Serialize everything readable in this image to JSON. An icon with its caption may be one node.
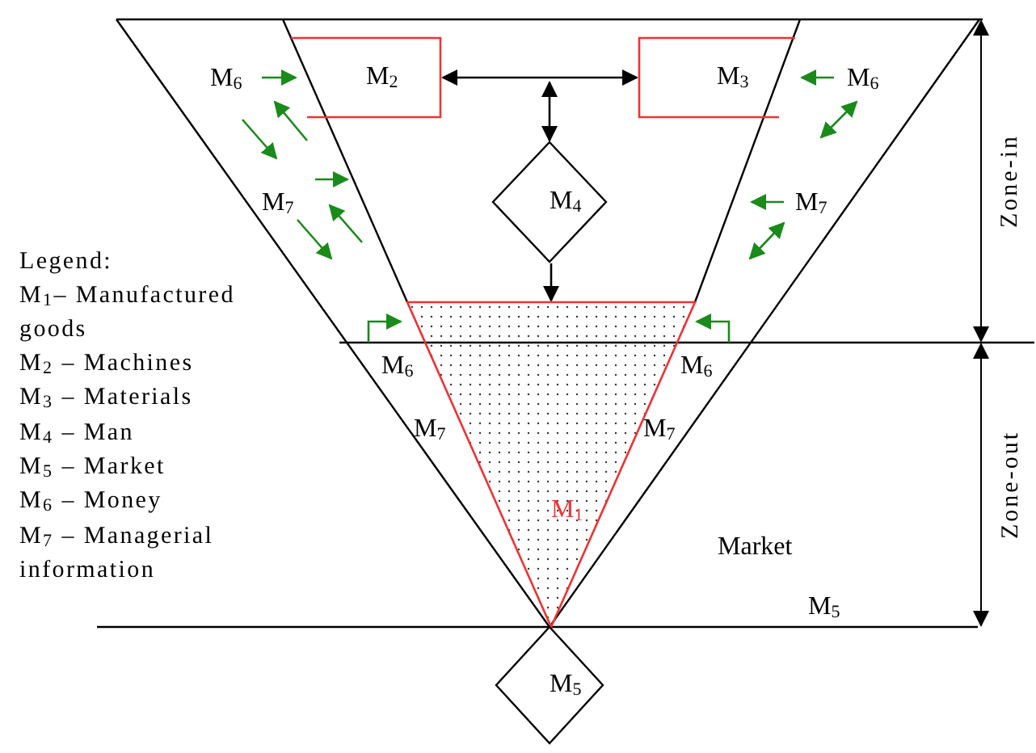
{
  "diagram": {
    "nodes": [
      {
        "text": [
          "M$_{2}$"
        ]
      },
      {
        "text": [
          "M$_{3}$"
        ]
      },
      {
        "text": [
          "M$_{4}$"
        ]
      },
      {
        "text": [
          "M$_{1}$"
        ]
      },
      {
        "text": [
          "M$_{5}$"
        ]
      }
    ],
    "edges": [
      {
        "from": 0,
        "to": 1,
        "arrow": "both"
      },
      {
        "from": null,
        "to": 2,
        "arrow": "both"
      },
      {
        "from": 2,
        "to": 3,
        "arrow": "to"
      }
    ],
    "labels": [
      "M$_{6}$",
      "M$_{6}$",
      "M$_{7}$",
      "M$_{7}$",
      "Zone-in",
      "Legend:",
      "M$_{1}$– Manufactured goods",
      "M$_{2}$ – Machines",
      "M$_{3}$ – Materials",
      "M$_{4}$ – Man",
      "M$_{5}$ – Market",
      "M$_{6}$ – Money",
      "M$_{7}$ – Managerial information",
      "M$_{6}$",
      "M$_{6}$",
      "M$_{7}$",
      "M$_{7}$",
      "Zone-out",
      "Market",
      "M$_{5}$"
    ]
  }
}
